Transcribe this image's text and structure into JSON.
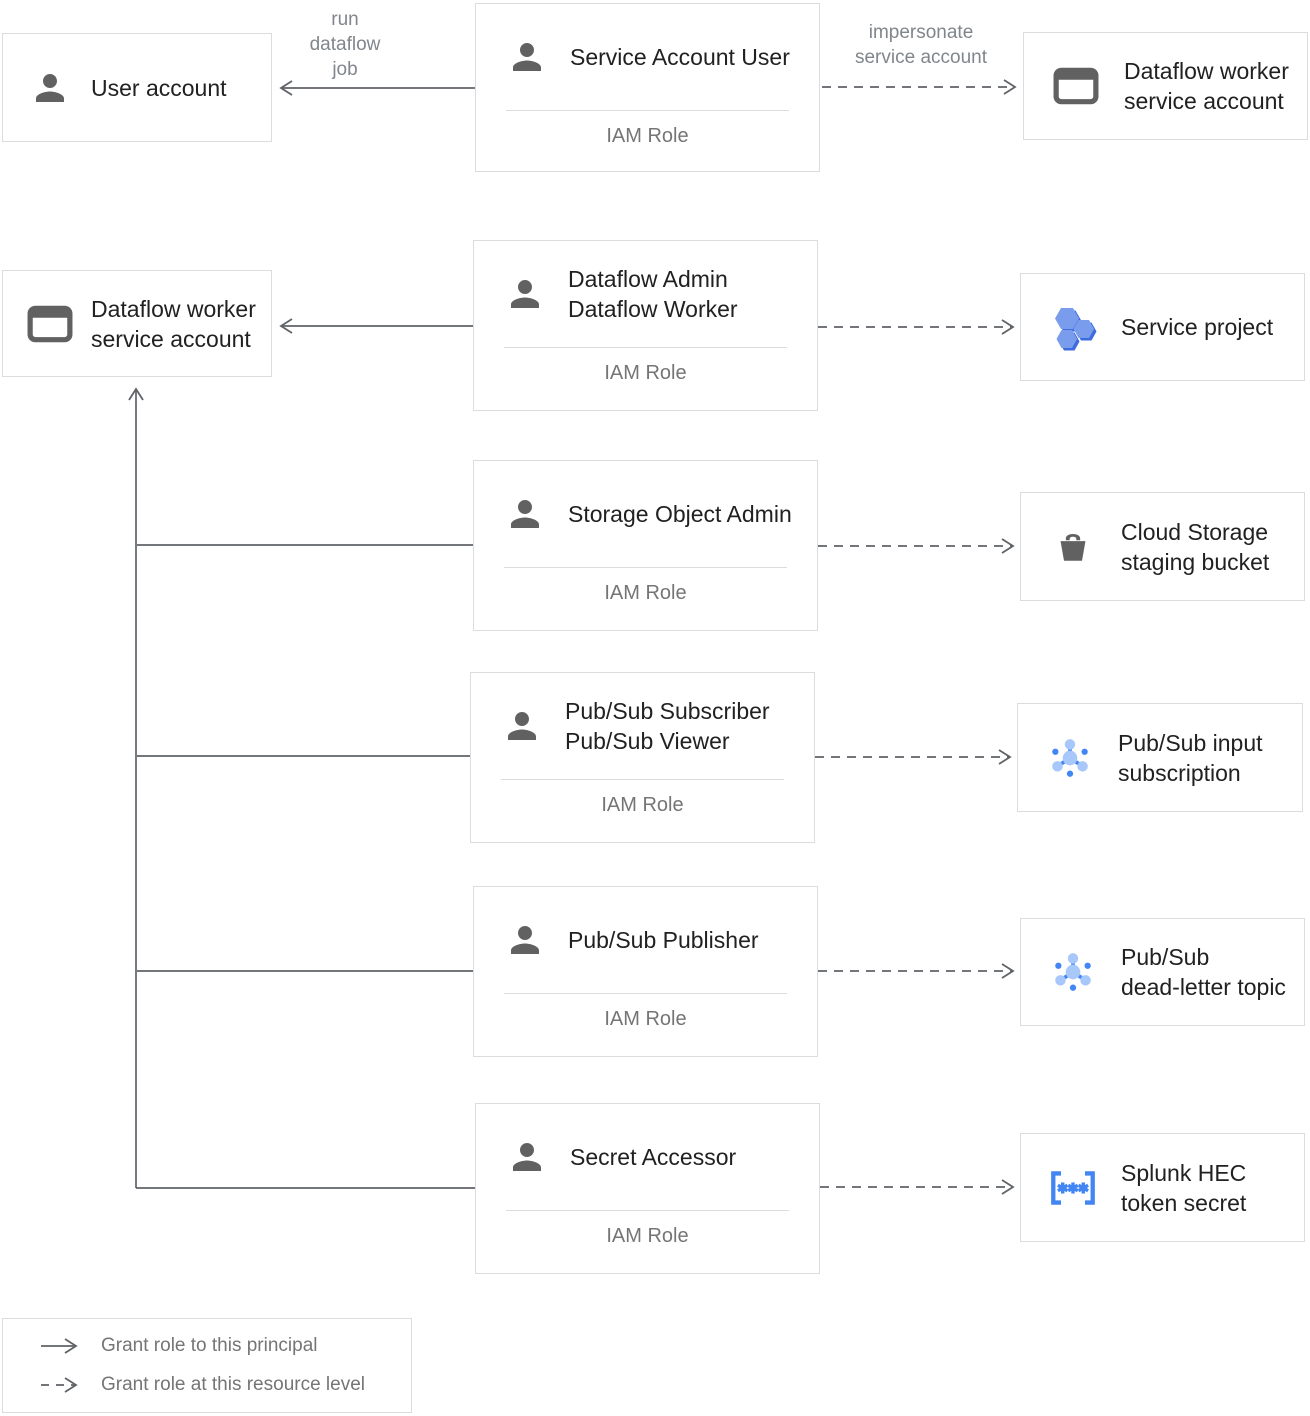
{
  "colors": {
    "box_border": "#dadce0",
    "title_text": "#212121",
    "subtitle_text": "#757575",
    "edge_label_text": "#80868b",
    "connector": "#5f6368",
    "icon_gray": "#616161",
    "google_blue": "#4285f4",
    "light_blue": "#a8c7fa",
    "hex_fill": "#7a9cec",
    "hex_shadow": "#3e6be0"
  },
  "principals": [
    {
      "icon": "person-icon",
      "label_lines": [
        "User account"
      ]
    },
    {
      "icon": "service-account-icon",
      "label_lines": [
        "Dataflow worker",
        "service account"
      ]
    }
  ],
  "roles": [
    {
      "icon": "person-icon",
      "title_lines": [
        "Service Account User"
      ],
      "subtitle": "IAM Role"
    },
    {
      "icon": "person-icon",
      "title_lines": [
        "Dataflow Admin",
        "Dataflow Worker"
      ],
      "subtitle": "IAM Role"
    },
    {
      "icon": "person-icon",
      "title_lines": [
        "Storage Object Admin"
      ],
      "subtitle": "IAM Role"
    },
    {
      "icon": "person-icon",
      "title_lines": [
        "Pub/Sub Subscriber",
        "Pub/Sub Viewer"
      ],
      "subtitle": "IAM Role"
    },
    {
      "icon": "person-icon",
      "title_lines": [
        "Pub/Sub Publisher"
      ],
      "subtitle": "IAM Role"
    },
    {
      "icon": "person-icon",
      "title_lines": [
        "Secret Accessor"
      ],
      "subtitle": "IAM Role"
    }
  ],
  "resources": [
    {
      "icon": "service-account-icon",
      "label_lines": [
        "Dataflow worker",
        "service account"
      ]
    },
    {
      "icon": "project-icon",
      "label_lines": [
        "Service project"
      ]
    },
    {
      "icon": "bucket-icon",
      "label_lines": [
        "Cloud Storage",
        "staging bucket"
      ]
    },
    {
      "icon": "pubsub-icon",
      "label_lines": [
        "Pub/Sub input",
        "subscription"
      ]
    },
    {
      "icon": "pubsub-icon",
      "label_lines": [
        "Pub/Sub",
        "dead-letter topic"
      ]
    },
    {
      "icon": "secret-icon",
      "label_lines": [
        "Splunk HEC",
        "token secret"
      ]
    }
  ],
  "edges": {
    "run_dataflow_job": {
      "lines": [
        "run",
        "dataflow",
        "job"
      ]
    },
    "impersonate_service_account": {
      "lines": [
        "impersonate",
        "service account"
      ]
    }
  },
  "legend": {
    "items": [
      {
        "arrow": "solid-arrow",
        "label": "Grant role to this principal"
      },
      {
        "arrow": "dashed-arrow",
        "label": "Grant role at this resource level"
      }
    ]
  }
}
